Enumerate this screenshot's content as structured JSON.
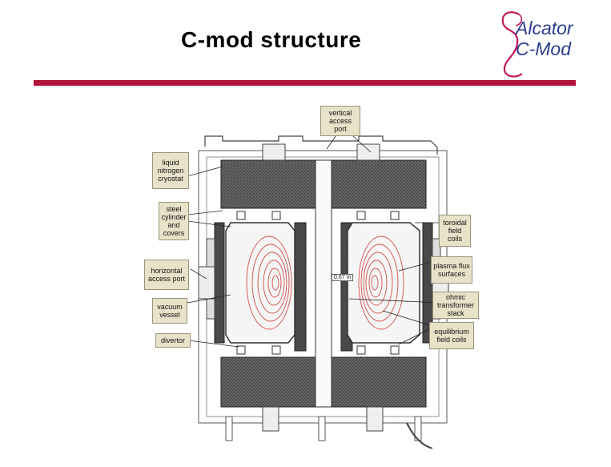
{
  "title": "C-mod structure",
  "logo": {
    "line1": "Alcator",
    "line2": "C-Mod",
    "text_color": "#2a3d8f",
    "swoosh_color": "#c2185b"
  },
  "accent_color": "#b0123a",
  "diagram": {
    "labels": {
      "vertical_access_port": "vertical access port",
      "liquid_nitrogen_cryostat": "liquid nitrogen cryostat",
      "steel_cylinder": "steel cylinder and covers",
      "horizontal_access_port": "horizontal access port",
      "vacuum_vessel": "vacuum vessel",
      "divertor": "divertor",
      "toroidal_field_coils": "toroidal field coils",
      "plasma_flux_surfaces": "plasma flux surfaces",
      "ohmic_transformer_stack": "ohmic transformer stack",
      "equilibrium_field_coils": "equilibrium field coils"
    },
    "dimension": "0.67 m"
  }
}
